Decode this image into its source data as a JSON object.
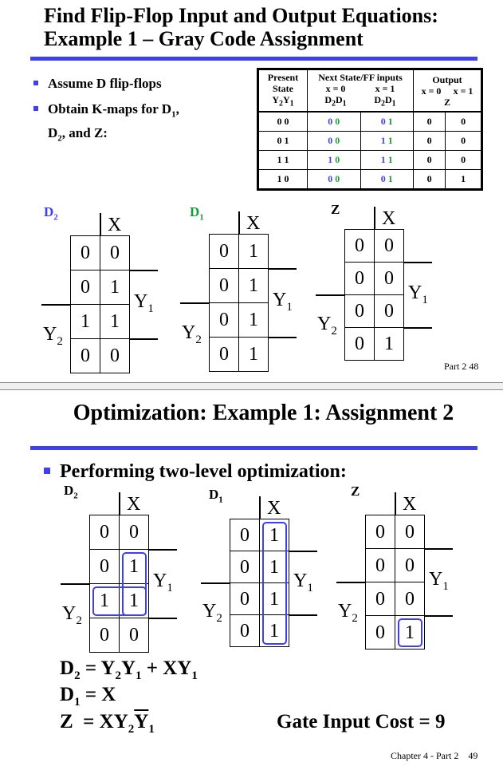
{
  "slide1": {
    "title_line1": "Find Flip-Flop Input and Output Equations:",
    "title_line2": "Example 1 – Gray Code Assignment",
    "bullets": [
      "Assume D flip-flops",
      "Obtain K-maps for D",
      "1",
      ",",
      "D",
      "2",
      ", and Z:"
    ],
    "table": {
      "header": {
        "present": [
          "Present",
          "State",
          "Y",
          "2",
          "Y",
          "1"
        ],
        "next": "Next State/FF inputs",
        "x0": "x = 0",
        "x1": "x = 1",
        "d2d1": [
          "D",
          "2",
          "D",
          "1"
        ],
        "output": "Output",
        "ox0": "x = 0",
        "ox1": "x = 1",
        "z": "Z"
      },
      "rows": [
        {
          "state": "0 0",
          "x0": [
            "0",
            "0"
          ],
          "x1": [
            "0",
            "1"
          ],
          "z0": "0",
          "z1": "0"
        },
        {
          "state": "0 1",
          "x0": [
            "0",
            "0"
          ],
          "x1": [
            "1",
            "1"
          ],
          "z0": "0",
          "z1": "0"
        },
        {
          "state": "1 1",
          "x0": [
            "1",
            "0"
          ],
          "x1": [
            "1",
            "1"
          ],
          "z0": "0",
          "z1": "0"
        },
        {
          "state": "1 0",
          "x0": [
            "0",
            "0"
          ],
          "x1": [
            "0",
            "1"
          ],
          "z0": "0",
          "z1": "1"
        }
      ]
    },
    "footer": "Part 2    48"
  },
  "slide2": {
    "title": "Optimization: Example 1: Assignment 2",
    "bullet": "Performing two-level optimization:",
    "eq1": [
      "D",
      "2",
      " = Y",
      "2",
      "Y",
      "1",
      " + XY",
      "1"
    ],
    "eq2": [
      "D",
      "1",
      " = X"
    ],
    "eq3": [
      "Z  = XY",
      "2",
      "Y",
      "1"
    ],
    "cost": "Gate Input Cost = 9",
    "footer": "Chapter 4 - Part 2    49"
  },
  "kmap_labels": {
    "x": "X",
    "y": "Y",
    "one": "1",
    "two": "2"
  },
  "kmaps": [
    {
      "id": "s1-d2",
      "name": "D",
      "sub": "2",
      "color": "#3f3ff2",
      "cells": [
        [
          "0",
          "0"
        ],
        [
          "0",
          "1"
        ],
        [
          "1",
          "1"
        ],
        [
          "0",
          "0"
        ]
      ],
      "loops": []
    },
    {
      "id": "s1-d1",
      "name": "D",
      "sub": "1",
      "color": "#1a9a3a",
      "cells": [
        [
          "0",
          "1"
        ],
        [
          "0",
          "1"
        ],
        [
          "0",
          "1"
        ],
        [
          "0",
          "1"
        ]
      ],
      "loops": []
    },
    {
      "id": "s1-z",
      "name": "Z",
      "sub": "",
      "color": "#000000",
      "cells": [
        [
          "0",
          "0"
        ],
        [
          "0",
          "0"
        ],
        [
          "0",
          "0"
        ],
        [
          "0",
          "1"
        ]
      ],
      "loops": []
    },
    {
      "id": "s2-d2",
      "name": "D",
      "sub": "2",
      "color": "#000000",
      "cells": [
        [
          "0",
          "0"
        ],
        [
          "0",
          "1"
        ],
        [
          "1",
          "1"
        ],
        [
          "0",
          "0"
        ]
      ],
      "loops": [
        {
          "r": 1,
          "c": 1,
          "rs": 2,
          "cs": 1
        },
        {
          "r": 2,
          "c": 0,
          "rs": 1,
          "cs": 2
        }
      ]
    },
    {
      "id": "s2-d1",
      "name": "D",
      "sub": "1",
      "color": "#000000",
      "cells": [
        [
          "0",
          "1"
        ],
        [
          "0",
          "1"
        ],
        [
          "0",
          "1"
        ],
        [
          "0",
          "1"
        ]
      ],
      "loops": [
        {
          "r": 0,
          "c": 1,
          "rs": 4,
          "cs": 1
        }
      ]
    },
    {
      "id": "s2-z",
      "name": "Z",
      "sub": "",
      "color": "#000000",
      "cells": [
        [
          "0",
          "0"
        ],
        [
          "0",
          "0"
        ],
        [
          "0",
          "0"
        ],
        [
          "0",
          "1"
        ]
      ],
      "loops": [
        {
          "r": 3,
          "c": 1,
          "rs": 1,
          "cs": 1
        }
      ]
    }
  ]
}
